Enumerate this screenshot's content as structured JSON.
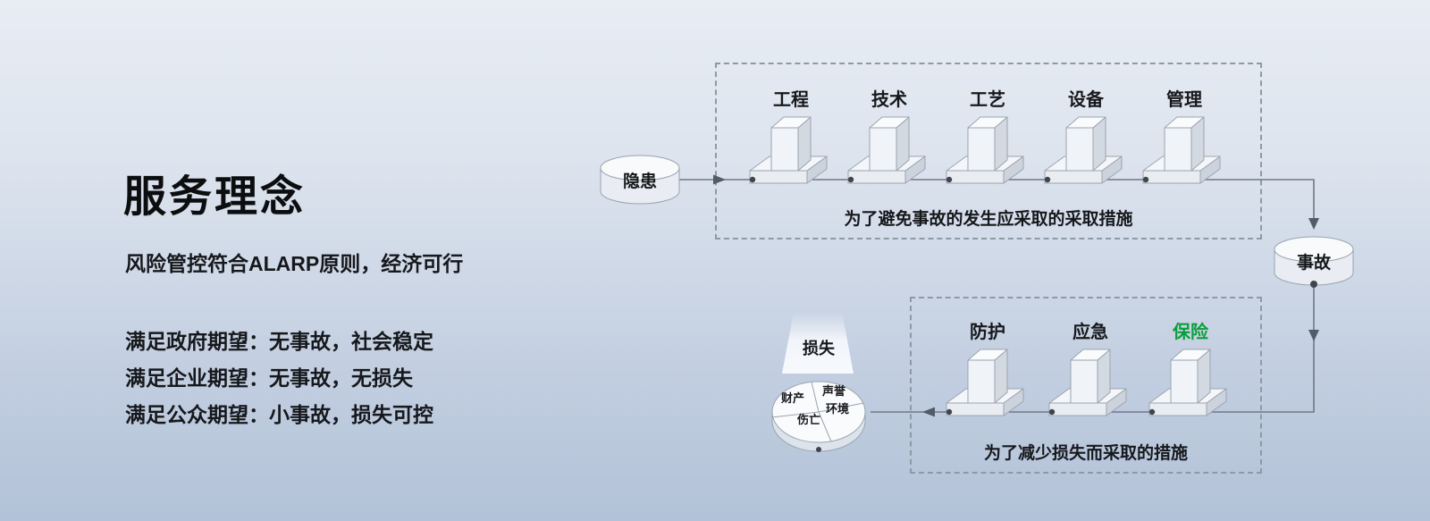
{
  "left_panel": {
    "title": "服务理念",
    "subtitle": "风险管控符合ALARP原则，经济可行",
    "expectations": [
      "满足政府期望：无事故，社会稳定",
      "满足企业期望：无事故，无损失",
      "满足公众期望：小事故，损失可控"
    ]
  },
  "diagram": {
    "hazard": {
      "label": "隐患"
    },
    "accident": {
      "label": "事故"
    },
    "loss": {
      "label": "损失",
      "segments": [
        "财产",
        "声誉",
        "伤亡",
        "环境"
      ]
    },
    "prevention": {
      "barriers": [
        "工程",
        "技术",
        "工艺",
        "设备",
        "管理"
      ],
      "caption": "为了避免事故的发生应采取的采取措施"
    },
    "mitigation": {
      "barriers": [
        "防护",
        "应急",
        "保险"
      ],
      "caption": "为了减少损失而采取的措施",
      "highlight_color": "#0a9f3c"
    }
  }
}
